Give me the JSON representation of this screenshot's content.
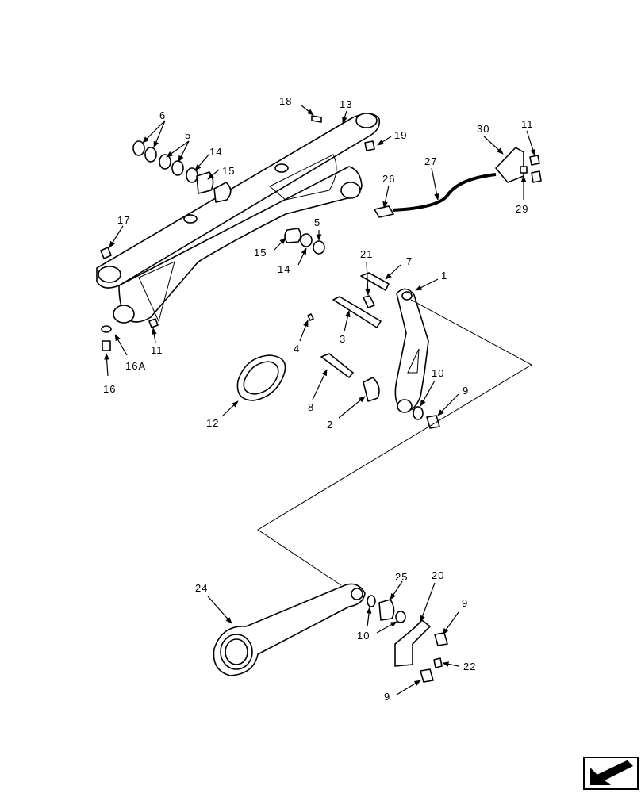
{
  "labels": {
    "l1": "1",
    "l2": "2",
    "l3": "3",
    "l4": "4",
    "l5a": "5",
    "l5b": "5",
    "l6": "6",
    "l7": "7",
    "l8": "8",
    "l9a": "9",
    "l9b": "9",
    "l9c": "9",
    "l10a": "10",
    "l10b": "10",
    "l11a": "11",
    "l11b": "11",
    "l12": "12",
    "l13": "13",
    "l14a": "14",
    "l14b": "14",
    "l15a": "15",
    "l15b": "15",
    "l16": "16",
    "l16a": "16A",
    "l17": "17",
    "l18": "18",
    "l19": "19",
    "l20": "20",
    "l21": "21",
    "l22": "22",
    "l24": "24",
    "l25": "25",
    "l26": "26",
    "l27": "27",
    "l29": "29",
    "l30": "30"
  },
  "nav_icon": "next-page-arrow-icon"
}
